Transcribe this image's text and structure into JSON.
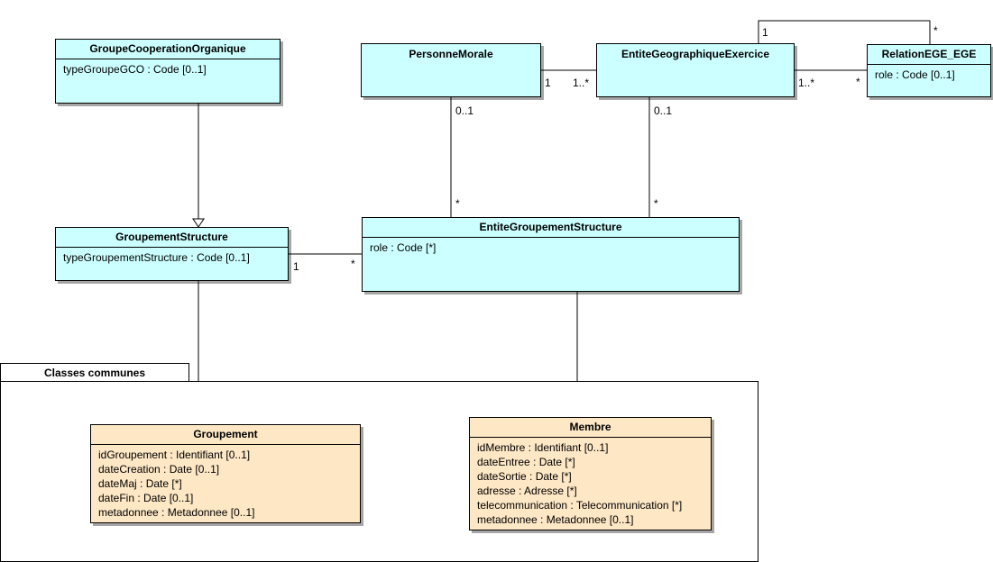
{
  "package": {
    "name": "Classes communes"
  },
  "classes": {
    "groupe_cooperation": {
      "name": "GroupeCooperationOrganique",
      "attributes": [
        "typeGroupeGCO : Code [0..1]"
      ]
    },
    "personne_morale": {
      "name": "PersonneMorale",
      "attributes": []
    },
    "entite_geo": {
      "name": "EntiteGeographiqueExercice",
      "attributes": []
    },
    "relation_ege": {
      "name": "RelationEGE_EGE",
      "attributes": [
        "role : Code [0..1]"
      ]
    },
    "groupement_structure": {
      "name": "GroupementStructure",
      "attributes": [
        "typeGroupementStructure : Code [0..1]"
      ]
    },
    "entite_groupement": {
      "name": "EntiteGroupementStructure",
      "attributes": [
        "role : Code [*]"
      ]
    },
    "groupement": {
      "name": "Groupement",
      "attributes": [
        "idGroupement : Identifiant [0..1]",
        "dateCreation : Date [0..1]",
        "dateMaj : Date [*]",
        "dateFin : Date [0..1]",
        "metadonnee : Metadonnee [0..1]"
      ]
    },
    "membre": {
      "name": "Membre",
      "attributes": [
        "idMembre : Identifiant [0..1]",
        "dateEntree : Date [*]",
        "dateSortie : Date [*]",
        "adresse : Adresse [*]",
        "telecommunication : Telecommunication [*]",
        "metadonnee : Metadonnee [0..1]"
      ]
    }
  },
  "multiplicities": {
    "pm_left": "1",
    "ege_left": "1..*",
    "ege_right": "1..*",
    "rel_left": "*",
    "self_top_ege": "1",
    "self_top_rel": "*",
    "pm_bottom": "0..1",
    "egs_from_pm": "*",
    "ege_bottom": "0..1",
    "egs_from_ege": "*",
    "gs_right": "1",
    "egs_left": "*"
  },
  "colors": {
    "class_fill": "#ccffff",
    "common_fill": "#fde7c5",
    "line": "#000000"
  }
}
